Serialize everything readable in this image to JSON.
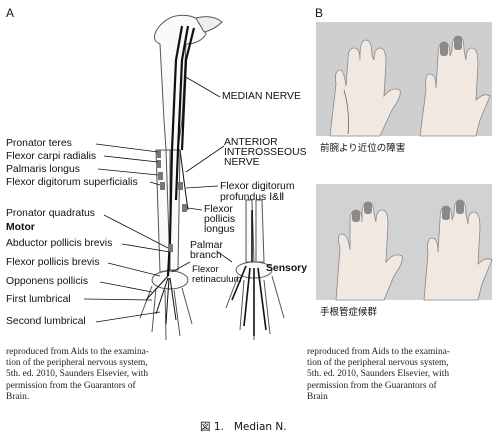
{
  "panel_a": {
    "letter": "A",
    "labels": {
      "median_nerve": "MEDIAN NERVE",
      "pronator_teres": "Pronator teres",
      "flexor_carpi_radialis": "Flexor carpi radialis",
      "palmaris_longus": "Palmaris longus",
      "flexor_digitorum_superficialis": "Flexor digitorum superficialis",
      "anterior_interosseous_nerve": "ANTERIOR\nINTEROSSEOUS\nNERVE",
      "flexor_digitorum_profundus": "Flexor digitorum\nprofundus Ⅰ&Ⅱ",
      "flexor_pollicis_longus": "Flexor\npollicis\nlongus",
      "pronator_quadratus": "Pronator quadratus",
      "motor": "Motor",
      "abductor_pollicis_brevis": "Abductor pollicis brevis",
      "palmar_branch": "Palmar\nbranch",
      "flexor_pollicis_brevis": "Flexor pollicis brevis",
      "flexor_retinaculum": "Flexor\nretinaculum",
      "sensory": "Sensory",
      "opponens_pollicis": "Opponens pollicis",
      "first_lumbrical": "First lumbrical",
      "second_lumbrical": "Second lumbrical"
    },
    "credit": "reproduced from Aids to the examina-\ntion of the peripheral nervous system,\n5th. ed. 2010, Saunders Elsevier, with\npermission from the Guarantors of\nBrain."
  },
  "panel_b": {
    "letter": "B",
    "caption_top": "前腕より近位の障害",
    "caption_bottom": "手根管症候群",
    "credit": "reproduced from Aids to the examina-\ntion of the peripheral nervous system,\n5th. ed. 2010, Saunders Elsevier, with\npermission from the Guarantors of\nBrain"
  },
  "figure_caption": "図 1.   Median N."
}
